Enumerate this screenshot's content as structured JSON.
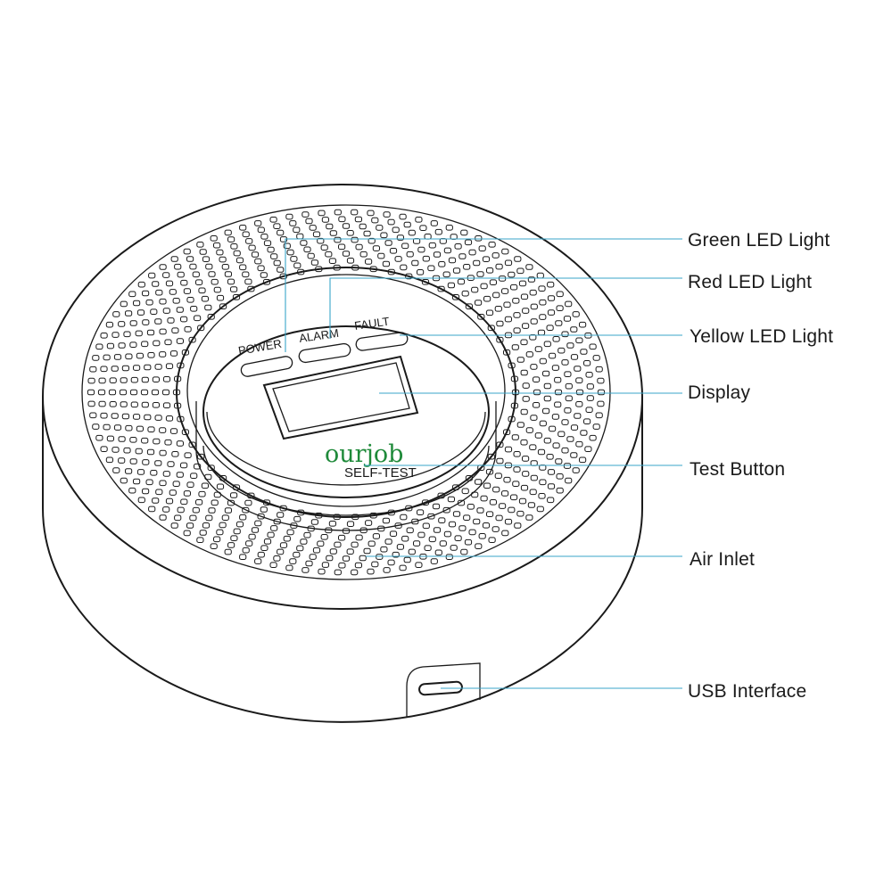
{
  "device": {
    "led_labels": [
      "POWER",
      "ALARM",
      "FAULT"
    ],
    "brand": "ourjob",
    "button_label": "SELF-TEST",
    "brand_color": "#1f8a3a"
  },
  "callouts": [
    {
      "id": "green-led",
      "label": "Green LED Light"
    },
    {
      "id": "red-led",
      "label": "Red LED Light"
    },
    {
      "id": "yellow-led",
      "label": "Yellow LED Light"
    },
    {
      "id": "display",
      "label": "Display"
    },
    {
      "id": "test-button",
      "label": "Test Button"
    },
    {
      "id": "air-inlet",
      "label": "Air Inlet"
    },
    {
      "id": "usb-interface",
      "label": "USB Interface"
    }
  ],
  "colors": {
    "leader": "#3aa6c9",
    "outline": "#1a1a1a"
  }
}
